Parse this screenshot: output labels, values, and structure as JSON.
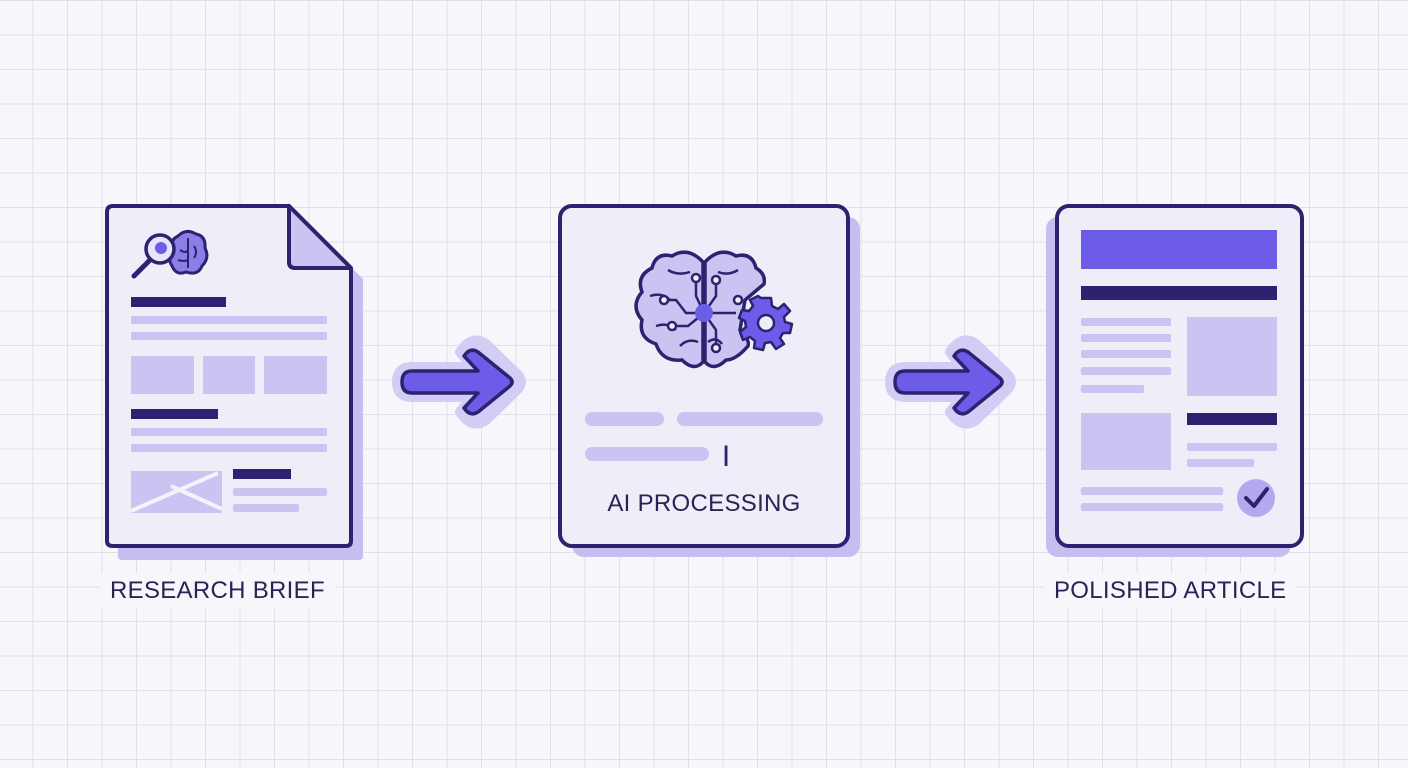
{
  "stages": {
    "input": {
      "label": "RESEARCH BRIEF"
    },
    "process": {
      "label": "AI PROCESSING",
      "cursor": "I"
    },
    "output": {
      "label": "POLISHED ARTICLE"
    }
  },
  "colors": {
    "outline": "#2d2270",
    "accent": "#6c5ce7",
    "fill": "#efedf8",
    "light": "#cbc3f2",
    "shadow": "#c6bdf0",
    "text": "#2a2356"
  },
  "icons": {
    "input": "magnifier-brain-icon",
    "process": "circuit-brain-gear-icon",
    "output": "checkmark-icon",
    "flow": "arrow-right-icon"
  }
}
